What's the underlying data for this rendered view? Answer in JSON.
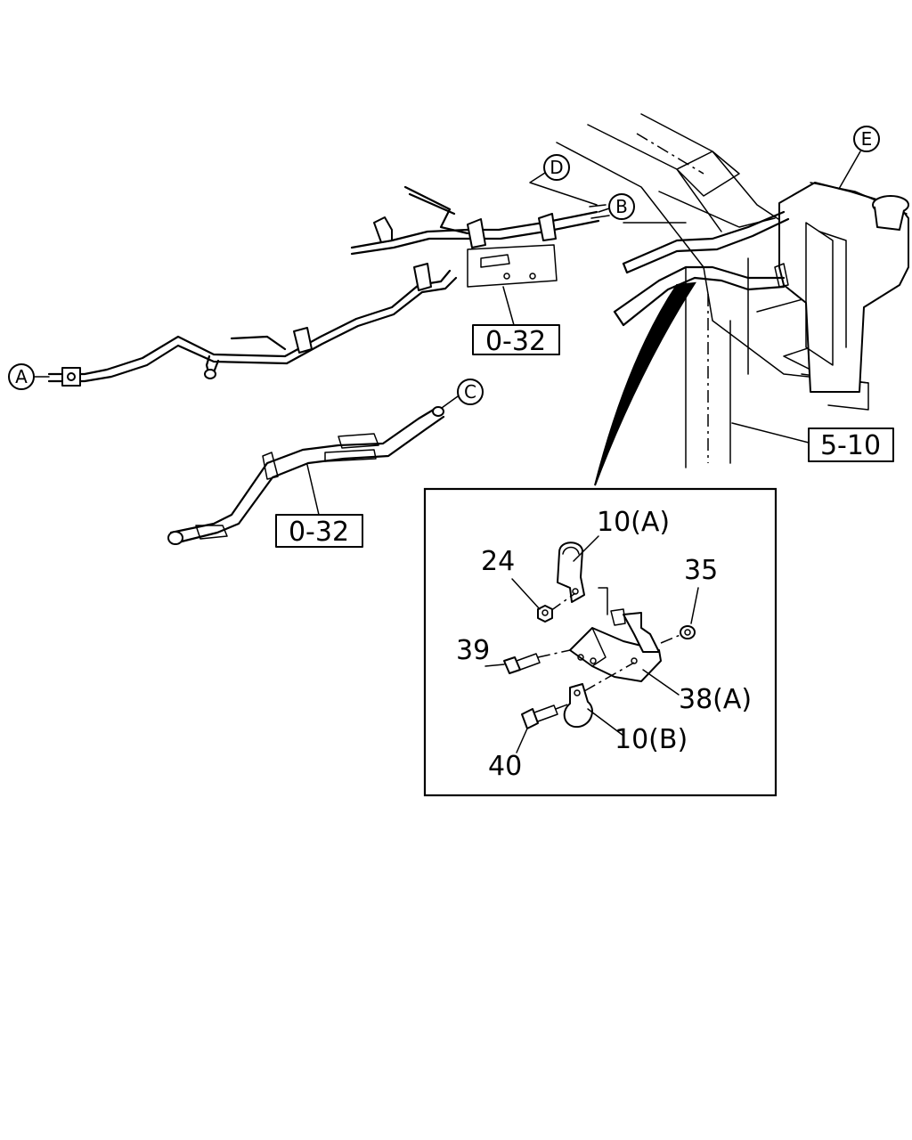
{
  "callouts": {
    "A": "A",
    "B": "B",
    "C": "C",
    "D": "D",
    "E": "E"
  },
  "refs": {
    "ref_top": "0-32",
    "ref_mid": "0-32",
    "ref_right": "5-10"
  },
  "detail": {
    "p10a": "10(A)",
    "p24": "24",
    "p35": "35",
    "p39": "39",
    "p38a": "38(A)",
    "p10b": "10(B)",
    "p40": "40"
  }
}
